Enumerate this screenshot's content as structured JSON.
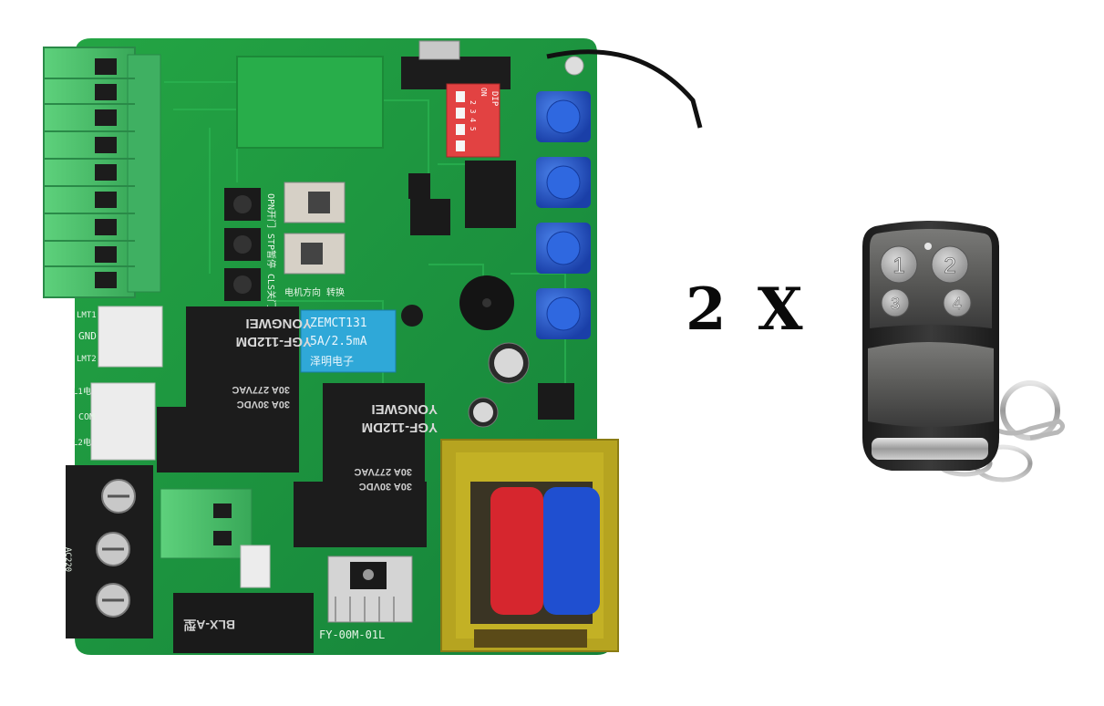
{
  "quantity_label": "2 X",
  "board": {
    "current_sensor": {
      "line1": "ZEMCT131",
      "line2": "5A/2.5mA",
      "line3": "泽明电子"
    },
    "relay_left": {
      "brand": "YONGWEI",
      "model": "YGF-112DM",
      "rating1": "30A 277VAC",
      "rating2": "30A 30VDC"
    },
    "relay_right": {
      "brand": "YONGWEI",
      "model": "YGF-112DM",
      "rating1": "30A 277VAC",
      "rating2": "30A 30VDC"
    },
    "dip_switch": {
      "label": "DIP",
      "on_label": "ON",
      "numbers": "2 3 4 5"
    },
    "pcb_code": "FY-00M-01L",
    "fuse_holder_text": "BLX-A型",
    "label_open": "OPN开门",
    "label_stop": "STP暂停",
    "label_close": "CLS关门",
    "label_direction": "电机方向 转换",
    "label_gnd": "GND",
    "label_com": "COM",
    "label_ac": "AC220",
    "label_lmt1": "LMT1",
    "label_lmt2": "LMT2",
    "label_l1": "L1电",
    "label_l2": "L2电"
  },
  "colors": {
    "pcb": "#1e9a3a",
    "terminal_green": "#4cc06a",
    "relay_black": "#1a1a1a",
    "current_sensor_blue": "#2fa8d8",
    "pot_blue": "#2055c8",
    "transformer_yellow": "#b8a41c",
    "coil_red": "#d6262e",
    "coil_blue": "#1f4fd0",
    "dip_red": "#e23a3a"
  },
  "remote": {
    "buttons": [
      "1",
      "2",
      "3",
      "4"
    ]
  }
}
